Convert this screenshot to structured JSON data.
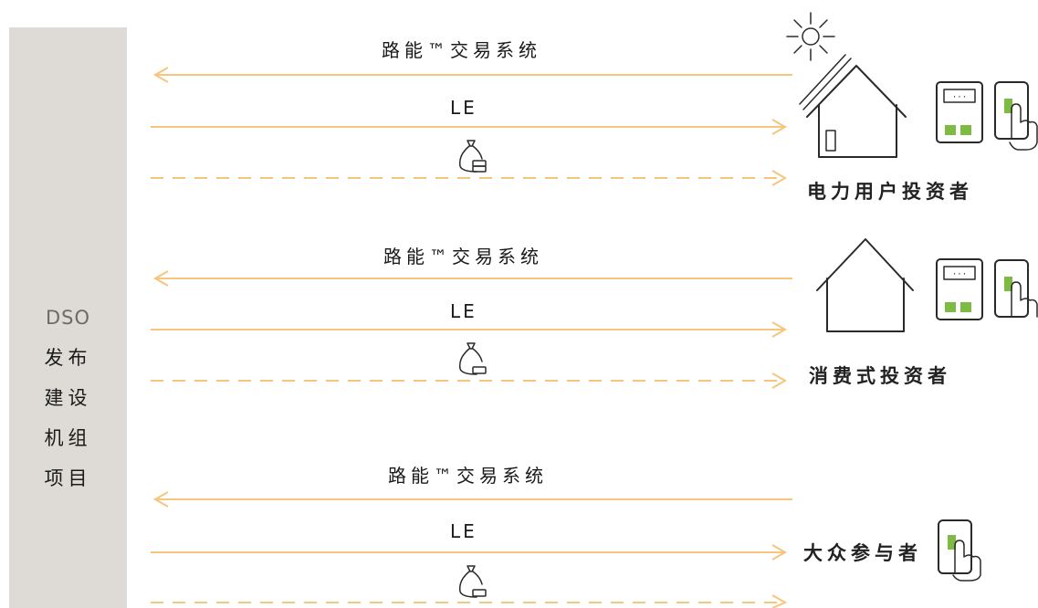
{
  "sidebar": {
    "lines": [
      "DSO",
      "发布",
      "建设",
      "机组",
      "项目"
    ]
  },
  "rows": [
    {
      "trade_label": "路能™交易系统",
      "le_label": "LE",
      "role_label": "电力用户投资者"
    },
    {
      "trade_label": "路能™交易系统",
      "le_label": "LE",
      "role_label": "消费式投资者"
    },
    {
      "trade_label": "路能™交易系统",
      "le_label": "LE",
      "role_label": "大众参与者"
    }
  ],
  "colors": {
    "arrow": "#f7c57c",
    "sidebar": "#dedbd6",
    "accent_green": "#7dbb45"
  }
}
